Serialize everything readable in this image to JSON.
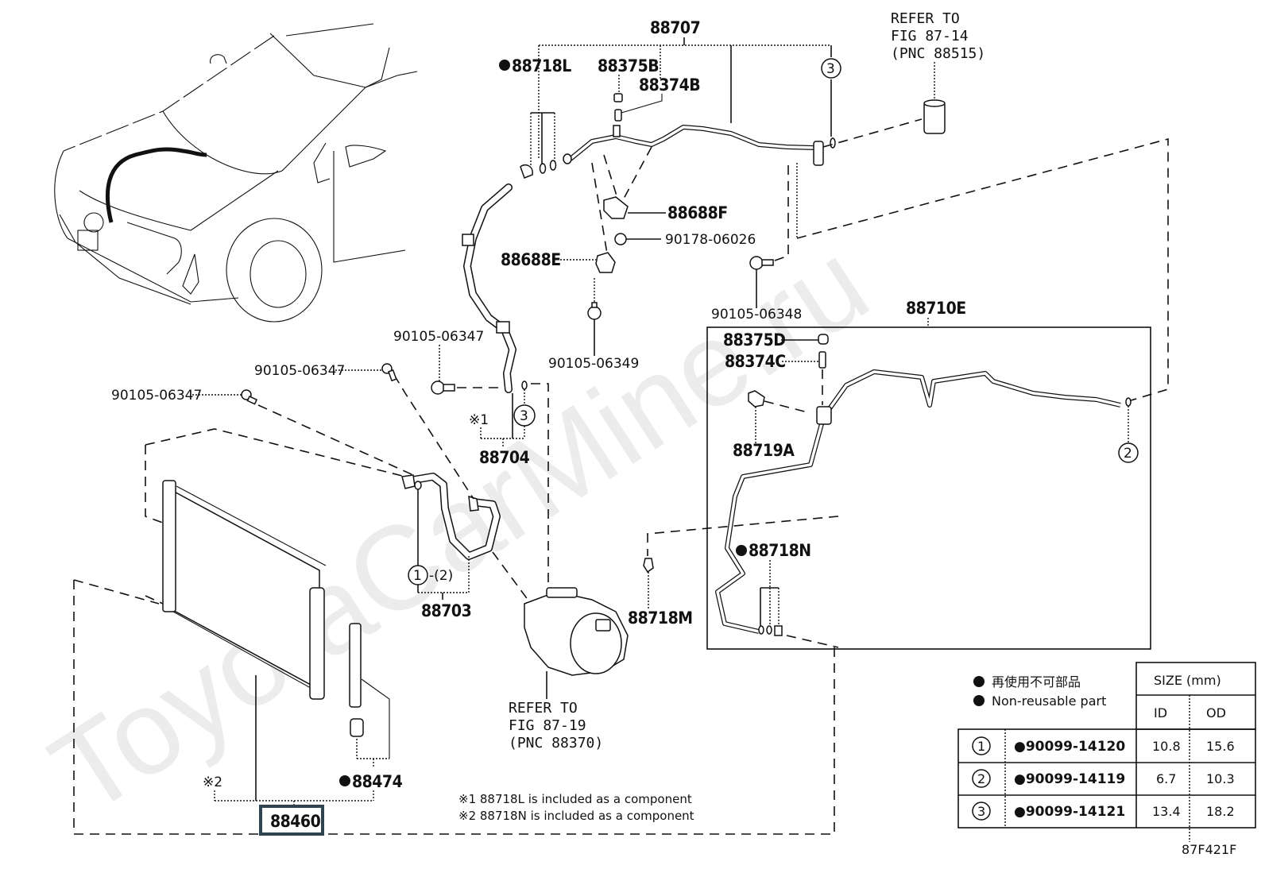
{
  "watermark": "ToyotaCarMine.ru",
  "figure_id": "87F421F",
  "highlighted_part": "88460",
  "highlight_color": "#2f4450",
  "parts": {
    "p88707": "88707",
    "p88718L": "88718L",
    "p88375B": "88375B",
    "p88374B": "88374B",
    "p88688F": "88688F",
    "p90178_06026": "90178-06026",
    "p88688E": "88688E",
    "p90105_06349": "90105-06349",
    "p90105_06348": "90105-06348",
    "p88710E": "88710E",
    "p88375D": "88375D",
    "p88374C": "88374C",
    "p88719A": "88719A",
    "p88718N": "88718N",
    "p88718M": "88718M",
    "p90105_06347_a": "90105-06347",
    "p90105_06347_b": "90105-06347",
    "p90105_06347_c": "90105-06347",
    "p88704": "88704",
    "p88703": "88703",
    "p88474": "88474",
    "p88460": "88460"
  },
  "markers": {
    "oring_1": "1",
    "oring_2": "2",
    "oring_3": "3",
    "range_suffix": "-(2)",
    "note1_mark": "※1",
    "note2_mark": "※2",
    "bullet": "●"
  },
  "refs": {
    "expansion_valve": [
      "REFER TO",
      "FIG 87-14",
      "(PNC 88515)"
    ],
    "compressor": [
      "REFER TO",
      "FIG 87-19",
      "(PNC 88370)"
    ]
  },
  "notes": [
    "※1 88718L is included as a component",
    "※2 88718N is included as a component"
  ],
  "legend": {
    "nonreusable_jp": "再使用不可部品",
    "nonreusable_en": "Non-reusable part"
  },
  "oring_table": {
    "size_header": "SIZE (mm)",
    "columns": [
      "ID",
      "OD"
    ],
    "rows": [
      {
        "ref": "1",
        "part": "●90099-14120",
        "id": "10.8",
        "od": "15.6"
      },
      {
        "ref": "2",
        "part": "●90099-14119",
        "id": "6.7",
        "od": "10.3"
      },
      {
        "ref": "3",
        "part": "●90099-14121",
        "id": "13.4",
        "od": "18.2"
      }
    ]
  }
}
